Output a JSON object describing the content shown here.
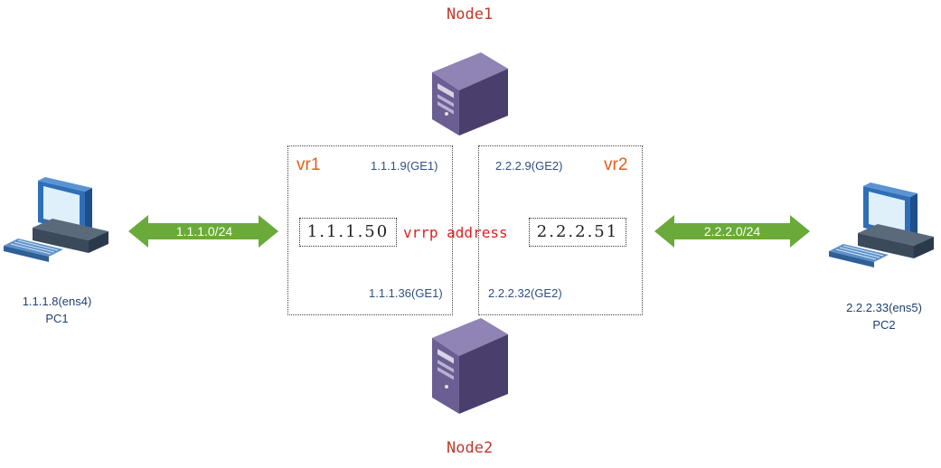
{
  "node1": {
    "label": "Node1"
  },
  "node2": {
    "label": "Node2"
  },
  "vr1": {
    "label": "vr1",
    "top_ip": "1.1.1.9(GE1)",
    "bottom_ip": "1.1.1.36(GE1)",
    "virtual_ip": "1.1.1.50"
  },
  "vr2": {
    "label": "vr2",
    "top_ip": "2.2.2.9(GE2)",
    "bottom_ip": "2.2.2.32(GE2)",
    "virtual_ip": "2.2.2.51"
  },
  "vrrp_label": "vrrp address",
  "link_left": {
    "label": "1.1.1.0/24"
  },
  "link_right": {
    "label": "2.2.2.0/24"
  },
  "pc1": {
    "ip": "1.1.1.8(ens4)",
    "name": "PC1"
  },
  "pc2": {
    "ip": "2.2.2.33(ens5)",
    "name": "PC2"
  },
  "colors": {
    "node_label": "#c0392b",
    "vr_label": "#e0601c",
    "ip_label": "#2f4f7f",
    "link_arrow": "#6aaa3a",
    "vrrp_text": "#e02020",
    "server_body": "#5a4d7a"
  },
  "icons": {
    "server": "server-icon",
    "pc": "desktop-pc-icon"
  }
}
